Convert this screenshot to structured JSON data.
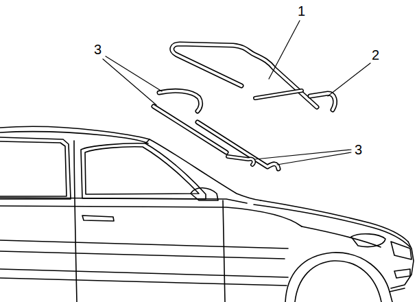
{
  "diagram": {
    "labels": [
      "1",
      "3",
      "2",
      "3"
    ]
  }
}
